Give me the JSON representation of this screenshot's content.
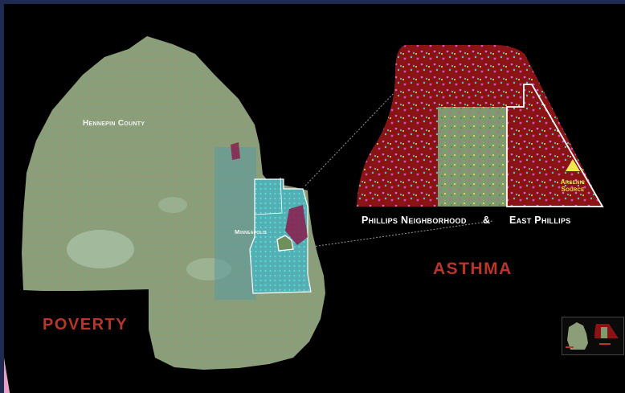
{
  "labels": {
    "county": "Hennepin County",
    "city": "Minneapolis",
    "phillips": "Phillips Neighborhood",
    "ampersand": "&",
    "east_phillips": "East Phillips",
    "arsenic": "Arsenic Source"
  },
  "titles": {
    "poverty": "POVERTY",
    "asthma": "ASTHMA"
  },
  "colors": {
    "slide_background": "#000000",
    "frame": "#1e2a52",
    "county_fill": "#8b9e77",
    "city_fill": "#46b8b0",
    "asthma_red": "#8a1414",
    "poverty_dot": "#3fb8c9",
    "asthma_dot_pink": "#d64fb8",
    "asthma_dot_cyan": "#3ecfd0",
    "arsenic_marker": "#f2e84a",
    "boundary": "#ffffff",
    "title_red": "#b8352c"
  },
  "icons": {
    "arsenic_marker": "triangle-marker",
    "thumbnail": "slide-thumbnail"
  }
}
